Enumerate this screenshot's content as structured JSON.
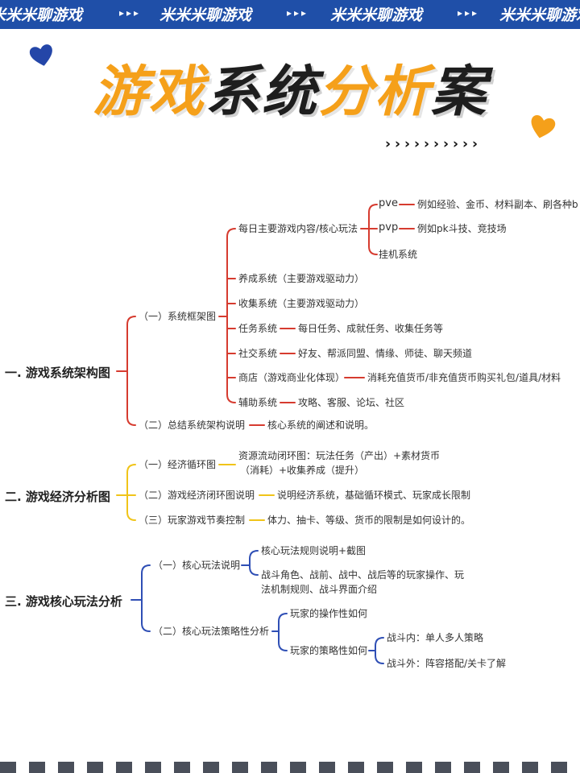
{
  "banner": {
    "text": "米米米聊游戏",
    "arrows": "▸▸▸"
  },
  "title": {
    "part1": "游戏",
    "part2": "系统",
    "part3": "分析",
    "part4": "案"
  },
  "chevrons": "››››››››››",
  "colors": {
    "banner": "#1f4fa8",
    "accent_orange": "#f5a01a",
    "branch1": "#d63b2f",
    "branch2": "#f0c419",
    "branch3": "#2f4fb5"
  },
  "tree": {
    "s1": {
      "label": "一. 游戏系统架构图",
      "a": {
        "label": "（一）系统框架图",
        "daily": {
          "label": "每日主要游戏内容/核心玩法",
          "pve": "pve",
          "pve_desc": "例如经验、金币、材料副本、刷各种b",
          "pvp": "pvp",
          "pvp_desc": "例如pk斗技、竞技场",
          "idle": "挂机系统"
        },
        "growth": "养成系统（主要游戏驱动力）",
        "collect": "收集系统（主要游戏驱动力）",
        "task": "任务系统",
        "task_desc": "每日任务、成就任务、收集任务等",
        "social": "社交系统",
        "social_desc": "好友、帮派同盟、情缘、师徒、聊天频道",
        "shop": "商店（游戏商业化体现）",
        "shop_desc": "消耗充值货币/非充值货币购买礼包/道具/材料",
        "aux": "辅助系统",
        "aux_desc": "攻略、客服、论坛、社区"
      },
      "b": {
        "label": "（二）总结系统架构说明",
        "desc": "核心系统的阐述和说明。"
      }
    },
    "s2": {
      "label": "二. 游戏经济分析图",
      "a": {
        "label": "（一）经济循环图",
        "desc1": "资源流动闭环图：玩法任务（产出）+素材货币",
        "desc2": "（消耗）+收集养成（提升）"
      },
      "b": {
        "label": "（二）游戏经济闭环图说明",
        "desc": "说明经济系统，基础循环模式、玩家成长限制"
      },
      "c": {
        "label": "（三）玩家游戏节奏控制",
        "desc": "体力、抽卡、等级、货币的限制是如何设计的。"
      }
    },
    "s3": {
      "label": "三. 游戏核心玩法分析",
      "a": {
        "label": "（一）核心玩法说明",
        "d1": "核心玩法规则说明+截图",
        "d2a": "战斗角色、战前、战中、战后等的玩家操作、玩",
        "d2b": "法机制规则、战斗界面介绍"
      },
      "b": {
        "label": "（二）核心玩法策略性分析",
        "op": "玩家的操作性如何",
        "st": "玩家的策略性如何",
        "in": "战斗内：单人多人策略",
        "out": "战斗外：阵容搭配/关卡了解"
      }
    }
  }
}
